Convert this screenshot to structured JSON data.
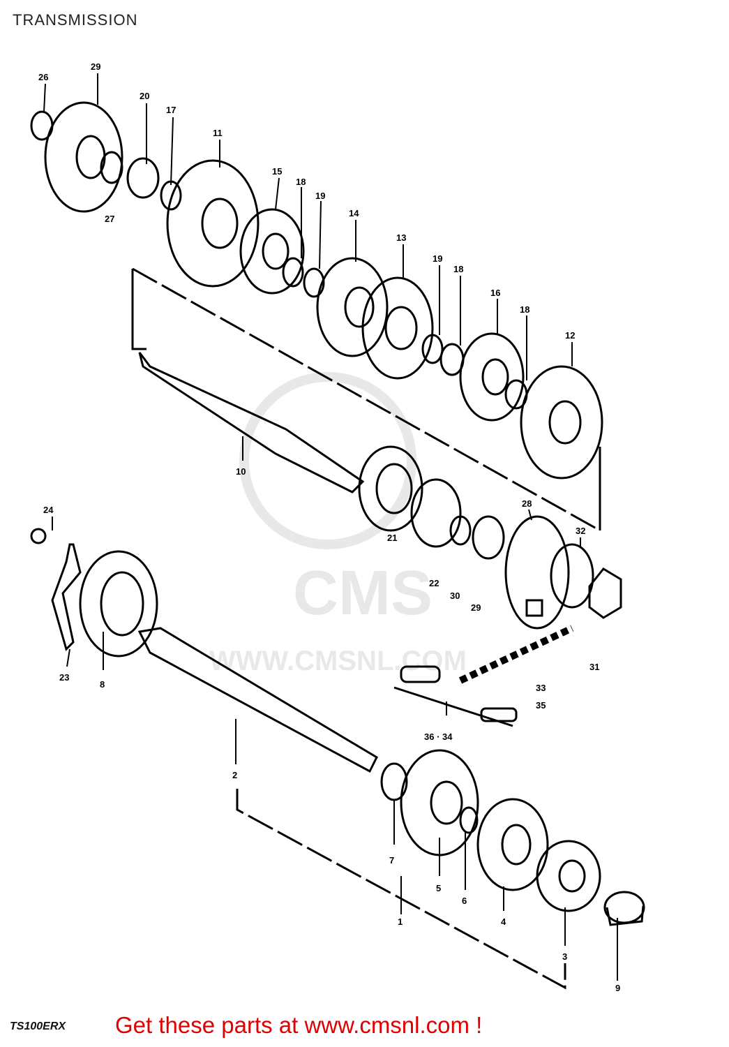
{
  "header": {
    "title": "TRANSMISSION"
  },
  "footer": {
    "model_code": "TS100ERX",
    "cta_text": "Get these parts at www.cmsnl.com !"
  },
  "watermark": {
    "logo_text": "CMS",
    "url_text": "WWW.CMSNL.COM"
  },
  "parts": [
    {
      "number": "1"
    },
    {
      "number": "2"
    },
    {
      "number": "3"
    },
    {
      "number": "4"
    },
    {
      "number": "5"
    },
    {
      "number": "6"
    },
    {
      "number": "7"
    },
    {
      "number": "8"
    },
    {
      "number": "9"
    },
    {
      "number": "10"
    },
    {
      "number": "11"
    },
    {
      "number": "12"
    },
    {
      "number": "13"
    },
    {
      "number": "14"
    },
    {
      "number": "15"
    },
    {
      "number": "16"
    },
    {
      "number": "17"
    },
    {
      "number": "18"
    },
    {
      "number": "18"
    },
    {
      "number": "18"
    },
    {
      "number": "19"
    },
    {
      "number": "19"
    },
    {
      "number": "20"
    },
    {
      "number": "21"
    },
    {
      "number": "22"
    },
    {
      "number": "23"
    },
    {
      "number": "24"
    },
    {
      "number": "26"
    },
    {
      "number": "27"
    },
    {
      "number": "28"
    },
    {
      "number": "29"
    },
    {
      "number": "29"
    },
    {
      "number": "30"
    },
    {
      "number": "31"
    },
    {
      "number": "32"
    },
    {
      "number": "33"
    },
    {
      "number": "35"
    },
    {
      "number": "36 · 34"
    }
  ],
  "colors": {
    "line": "#000000",
    "cta": "#e00000",
    "watermark": "#e6e6e6"
  }
}
